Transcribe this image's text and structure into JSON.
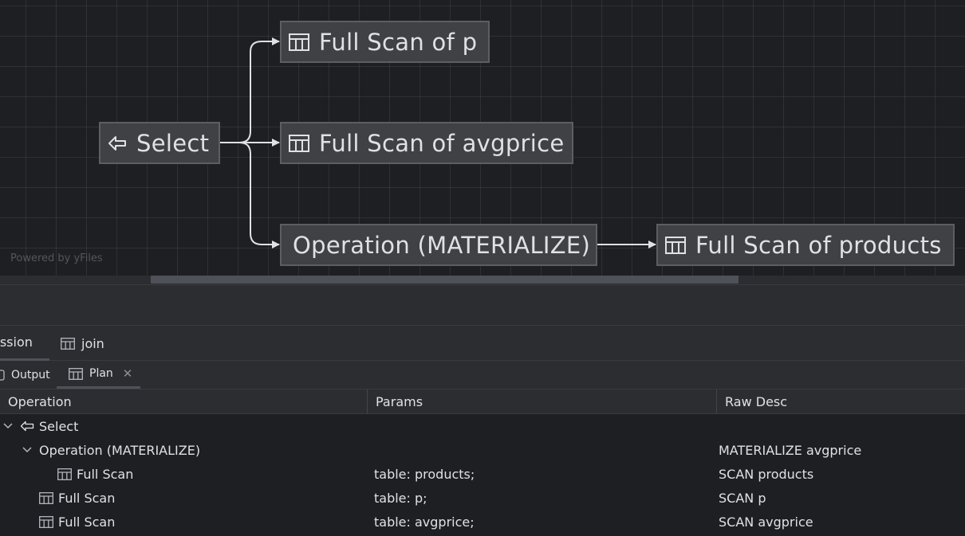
{
  "diagram": {
    "nodes": {
      "select": {
        "label": "Select",
        "icon": "select-arrow-icon"
      },
      "scan_p": {
        "label": "Full Scan of p",
        "icon": "table-icon"
      },
      "scan_avgprice": {
        "label": "Full Scan of avgprice",
        "icon": "table-icon"
      },
      "materialize": {
        "label": "Operation (MATERIALIZE)"
      },
      "scan_products": {
        "label": "Full Scan of products",
        "icon": "table-icon"
      }
    },
    "powered_by": "Powered by yFiles"
  },
  "tabs_top": [
    {
      "label": "ession",
      "active": true
    },
    {
      "label": "join",
      "icon": "table-icon"
    }
  ],
  "tabs_tool": [
    {
      "label": "Output",
      "icon": "output-icon"
    },
    {
      "label": "Plan",
      "icon": "table-icon",
      "active": true,
      "closable": true
    }
  ],
  "plan_table": {
    "columns": [
      "Operation",
      "Params",
      "Raw Desc"
    ],
    "rows": [
      {
        "operation": "Select",
        "params": "",
        "raw": "",
        "level": 0,
        "expanded": true,
        "icon": "select-arrow-icon"
      },
      {
        "operation": "Operation (MATERIALIZE)",
        "params": "",
        "raw": "MATERIALIZE avgprice",
        "level": 1,
        "expanded": true
      },
      {
        "operation": "Full Scan",
        "params": "table: products;",
        "raw": "SCAN products",
        "level": 2,
        "icon": "table-icon"
      },
      {
        "operation": "Full Scan",
        "params": "table: p;",
        "raw": "SCAN p",
        "level": 1,
        "icon": "table-icon"
      },
      {
        "operation": "Full Scan",
        "params": "table: avgprice;",
        "raw": "SCAN avgprice",
        "level": 1,
        "icon": "table-icon"
      }
    ]
  },
  "colors": {
    "background": "#1e1f22",
    "panel": "#2b2d30",
    "node_fill": "#404144",
    "node_border": "#5c5e63",
    "edge": "#dfe1e5",
    "text": "#dfe1e5"
  }
}
